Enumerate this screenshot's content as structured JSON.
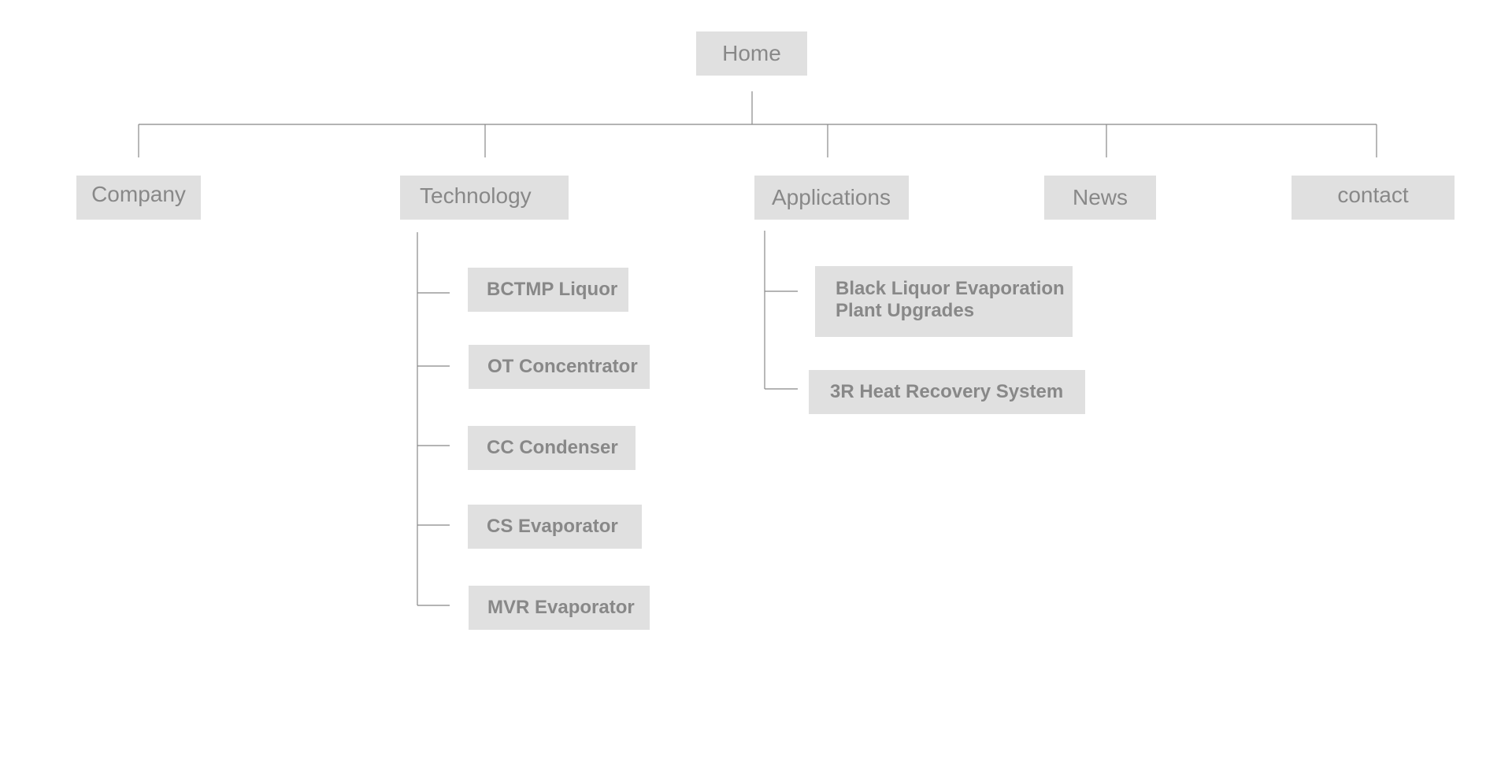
{
  "sitemap": {
    "root": {
      "label": "Home"
    },
    "sections": {
      "company": {
        "label": "Company"
      },
      "technology": {
        "label": "Technology",
        "children": [
          "BCTMP Liquor",
          "OT Concentrator",
          "CC Condenser",
          "CS Evaporator",
          "MVR Evaporator"
        ]
      },
      "applications": {
        "label": "Applications",
        "children": [
          {
            "line1": "Black Liquor Evaporation",
            "line2": "Plant Upgrades"
          },
          {
            "line1": "3R Heat Recovery System"
          }
        ]
      },
      "news": {
        "label": "News"
      },
      "contact": {
        "label": "contact"
      }
    }
  },
  "colors": {
    "box_fill": "#e0e0e0",
    "text": "#888888",
    "connector": "#888888",
    "background": "#ffffff"
  }
}
